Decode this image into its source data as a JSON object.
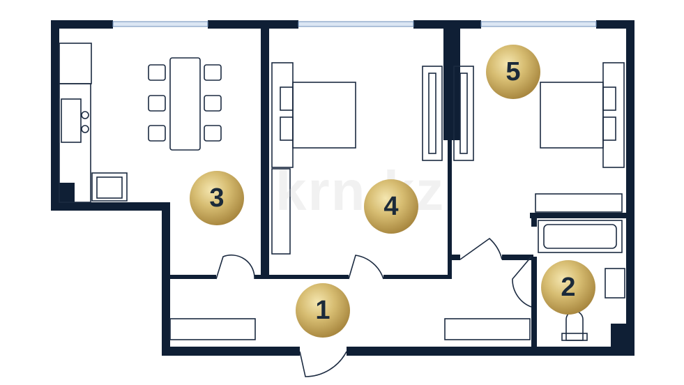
{
  "rooms": [
    {
      "number": "1",
      "name": "hallway"
    },
    {
      "number": "2",
      "name": "bathroom"
    },
    {
      "number": "3",
      "name": "kitchen-dining"
    },
    {
      "number": "4",
      "name": "bedroom"
    },
    {
      "number": "5",
      "name": "bedroom"
    }
  ],
  "watermark": "krn.kz",
  "colors": {
    "wall": "#0f1f35",
    "badge": "#c9ad5f"
  }
}
